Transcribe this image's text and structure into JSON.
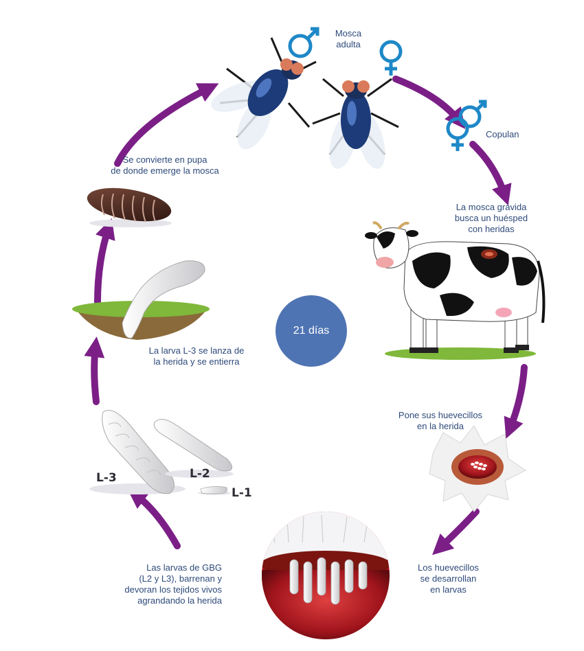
{
  "labels": {
    "adult_fly": "Mosca\nadulta",
    "copulate": "Copulan",
    "gravid_fly": "La mosca grávida\nbusca un huésped\ncon heridas",
    "lays_eggs": "Pone sus huevecillos\nen la herida",
    "eggs_develop": "Los huevecillos\nse desarrollan\nen larvas",
    "larvae_bore": "Las larvas de GBG\n(L2 y L3), barrenan y\ndevoran los tejidos vivos\nagrandando la herida",
    "larva_drops": "La larva L-3 se lanza de\nla herida y se entierra",
    "pupa": "Se convierte en pupa\nde donde emerge la mosca",
    "center": "21 días"
  },
  "larval_stages": {
    "l3": "L-3",
    "l2": "L-2",
    "l1": "L-1"
  },
  "colors": {
    "arrow": "#7b1f87",
    "text": "#2e4a7a",
    "symbol": "#1e88c7",
    "badge": "#4f74b3",
    "grass": "#7fb83a"
  },
  "icons": [
    "male-symbol-icon",
    "female-symbol-icon",
    "copulation-symbol-icon"
  ]
}
